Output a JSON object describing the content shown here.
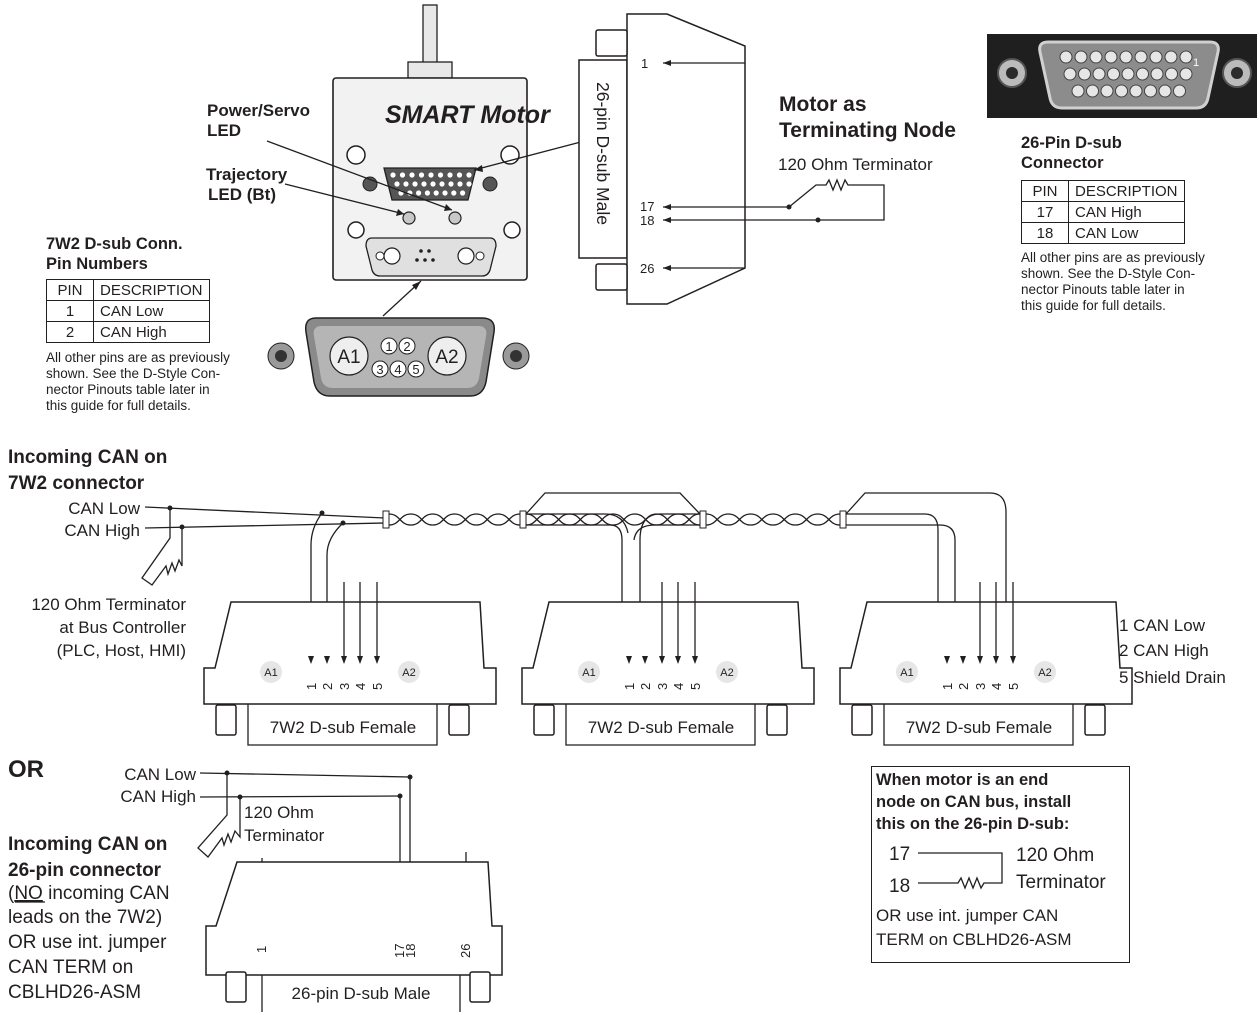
{
  "motor": {
    "brand_logo": "SMART Motor",
    "power_led_label": [
      "Power/Servo",
      "LED"
    ],
    "trajectory_led_label": [
      "Trajectory",
      "LED (Bt)"
    ]
  },
  "connector_26pin_top": {
    "label": "26-pin D-sub Male",
    "pins": [
      "1",
      "17",
      "18",
      "26"
    ]
  },
  "terminating_node": {
    "title": [
      "Motor as",
      "Terminating Node"
    ],
    "subtitle": "120 Ohm Terminator"
  },
  "table_26pin": {
    "title": [
      "26-Pin D-sub",
      "Connector"
    ],
    "headers": [
      "PIN",
      "DESCRIPTION"
    ],
    "rows": [
      [
        "17",
        "CAN High"
      ],
      [
        "18",
        "CAN Low"
      ]
    ],
    "note": [
      "All other pins are as previously",
      "shown. See the D-Style Con-",
      "nector Pinouts table later in",
      "this guide for full details."
    ]
  },
  "table_7w2": {
    "title": [
      "7W2 D-sub Conn.",
      "Pin Numbers"
    ],
    "headers": [
      "PIN",
      "DESCRIPTION"
    ],
    "rows": [
      [
        "1",
        "CAN Low"
      ],
      [
        "2",
        "CAN High"
      ]
    ],
    "note": [
      "All other pins are as previously",
      "shown. See the D-Style Con-",
      "nector Pinouts table later in",
      "this guide for full details."
    ]
  },
  "connector_7w2_closeup": {
    "coax_a1": "A1",
    "coax_a2": "A2",
    "pins": [
      "1",
      "2",
      "3",
      "4",
      "5"
    ]
  },
  "incoming_7w2": {
    "title": [
      "Incoming CAN on",
      "7W2 connector"
    ],
    "can_low": "CAN Low",
    "can_high": "CAN High",
    "terminator": [
      "120 Ohm Terminator",
      "at Bus Controller",
      "(PLC, Host, HMI)"
    ]
  },
  "female_connectors": {
    "label": "7W2 D-sub Female",
    "coax_a1": "A1",
    "coax_a2": "A2",
    "pins": [
      "1",
      "2",
      "3",
      "4",
      "5"
    ]
  },
  "pin_legend": [
    "1 CAN Low",
    "2 CAN High",
    "5 Shield Drain"
  ],
  "or_label": "OR",
  "incoming_26pin": {
    "can_low": "CAN Low",
    "can_high": "CAN High",
    "terminator": [
      "120 Ohm",
      "Terminator"
    ],
    "title": [
      "Incoming CAN on",
      "26-pin connector"
    ],
    "note_no": "NO",
    "note_rest": " incoming CAN",
    "note_lines": [
      "leads on the 7W2)",
      "OR use int. jumper",
      "CAN TERM on",
      "CBLHD26-ASM"
    ],
    "connector_label": "26-pin D-sub Male",
    "pins": [
      "1",
      "17",
      "18",
      "26"
    ]
  },
  "end_node_box": {
    "title": [
      "When motor is an end",
      "node on CAN bus, install",
      "this on the 26-pin D-sub:"
    ],
    "pin17": "17",
    "pin18": "18",
    "terminator": [
      "120 Ohm",
      "Terminator"
    ],
    "footer": [
      "OR use int. jumper CAN",
      "TERM on CBLHD26-ASM"
    ]
  }
}
